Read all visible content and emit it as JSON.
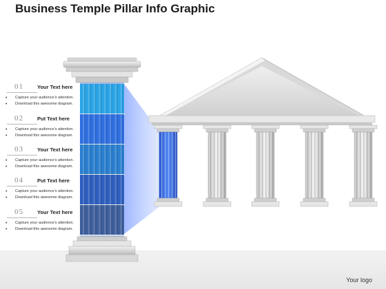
{
  "title": "Business Temple Pillar Info Graphic",
  "footer": {
    "logo_text": "Your logo"
  },
  "items": [
    {
      "number": "01",
      "heading": "Your Text here",
      "bullets": [
        "Capture  your audience’s  attention.",
        "Download this awesome diagram."
      ],
      "color": "#2aa4e6"
    },
    {
      "number": "02",
      "heading": "Put Text here",
      "bullets": [
        "Capture  your audience’s  attention.",
        "Download this awesome diagram."
      ],
      "color": "#2f6fe0"
    },
    {
      "number": "03",
      "heading": "Your Text here",
      "bullets": [
        "Capture  your audience’s  attention.",
        "Download this awesome diagram."
      ],
      "color": "#2a7fcf"
    },
    {
      "number": "04",
      "heading": "Put Text here",
      "bullets": [
        "Capture  your audience’s  attention.",
        "Download this awesome diagram."
      ],
      "color": "#2e5fbf"
    },
    {
      "number": "05",
      "heading": "Your Text here",
      "bullets": [
        "Capture  your audience’s  attention.",
        "Download this awesome diagram."
      ],
      "color": "#3e5f9c"
    }
  ],
  "colors": {
    "highlight_pillar": "#2f6ae0",
    "projection": "#8fb0ff",
    "temple_stone": "#dcdcdc",
    "temple_shadow": "#a9a9a9",
    "floor": "#eeeeee"
  }
}
